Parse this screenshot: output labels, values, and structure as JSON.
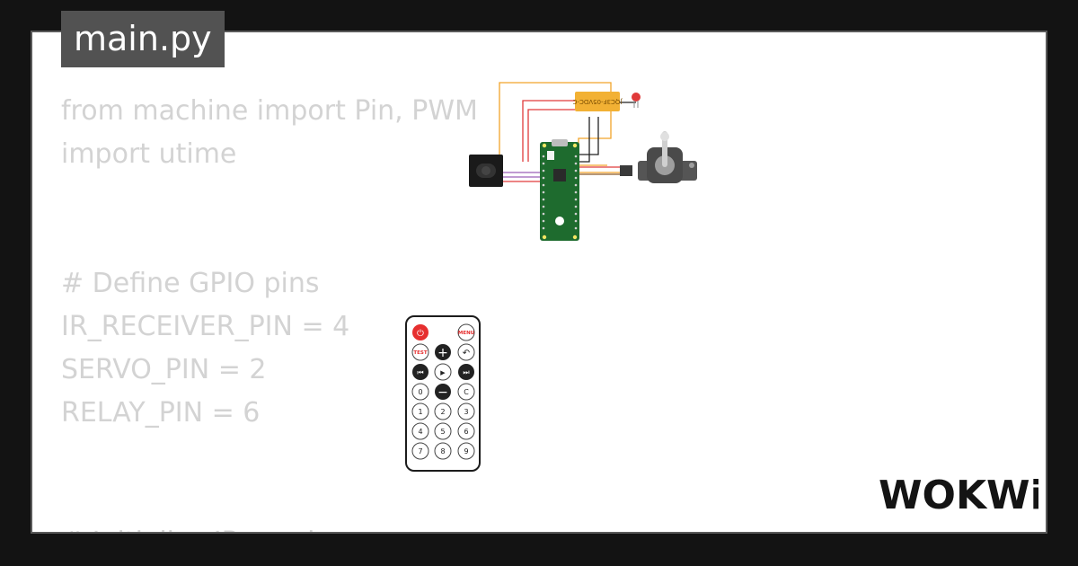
{
  "file_tab": {
    "label": "main.py"
  },
  "code_lines": [
    "from machine import Pin, PWM",
    "import utime",
    "",
    "",
    "# Define GPIO pins",
    "IR_RECEIVER_PIN = 4",
    "SERVO_PIN = 2",
    "RELAY_PIN = 6",
    "",
    "",
    "# Initialize IR receiver"
  ],
  "circuit": {
    "relay_label": "JQC3F-05VDC-C",
    "components": [
      "ir-receiver",
      "raspberry-pi-pico",
      "relay-module",
      "led",
      "servo"
    ],
    "wire_colors": {
      "red": "#e03a3a",
      "orange": "#f2a32a",
      "black": "#222222",
      "purple": "#9b5fb8"
    }
  },
  "remote": {
    "power_label": "⏻",
    "menu_label": "MENU",
    "test_label": "TEST",
    "plus_label": "+",
    "back_label": "↶",
    "prev_label": "⏮",
    "play_label": "▶",
    "next_label": "⏭",
    "zero_label": "0",
    "minus_label": "−",
    "clear_label": "C",
    "digits": [
      "1",
      "2",
      "3",
      "4",
      "5",
      "6",
      "7",
      "8",
      "9"
    ]
  },
  "brand": {
    "logo": "WOKWi"
  }
}
